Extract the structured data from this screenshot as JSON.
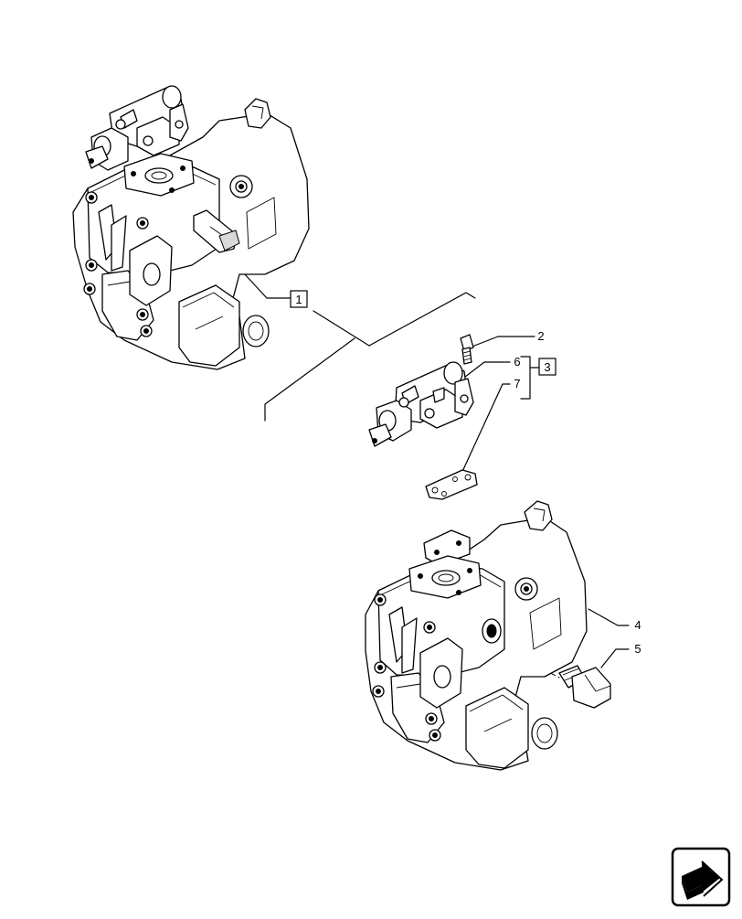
{
  "diagram": {
    "callouts": [
      {
        "id": "ref1",
        "text": "1",
        "boxed": true
      },
      {
        "id": "ref2",
        "text": "2",
        "boxed": false
      },
      {
        "id": "ref3",
        "text": "3",
        "boxed": true
      },
      {
        "id": "ref4",
        "text": "4",
        "boxed": false
      },
      {
        "id": "ref5",
        "text": "5",
        "boxed": false
      },
      {
        "id": "ref6",
        "text": "6",
        "boxed": false
      },
      {
        "id": "ref7",
        "text": "7",
        "boxed": false
      }
    ],
    "nav_icon": "navigate-arrow-icon"
  }
}
